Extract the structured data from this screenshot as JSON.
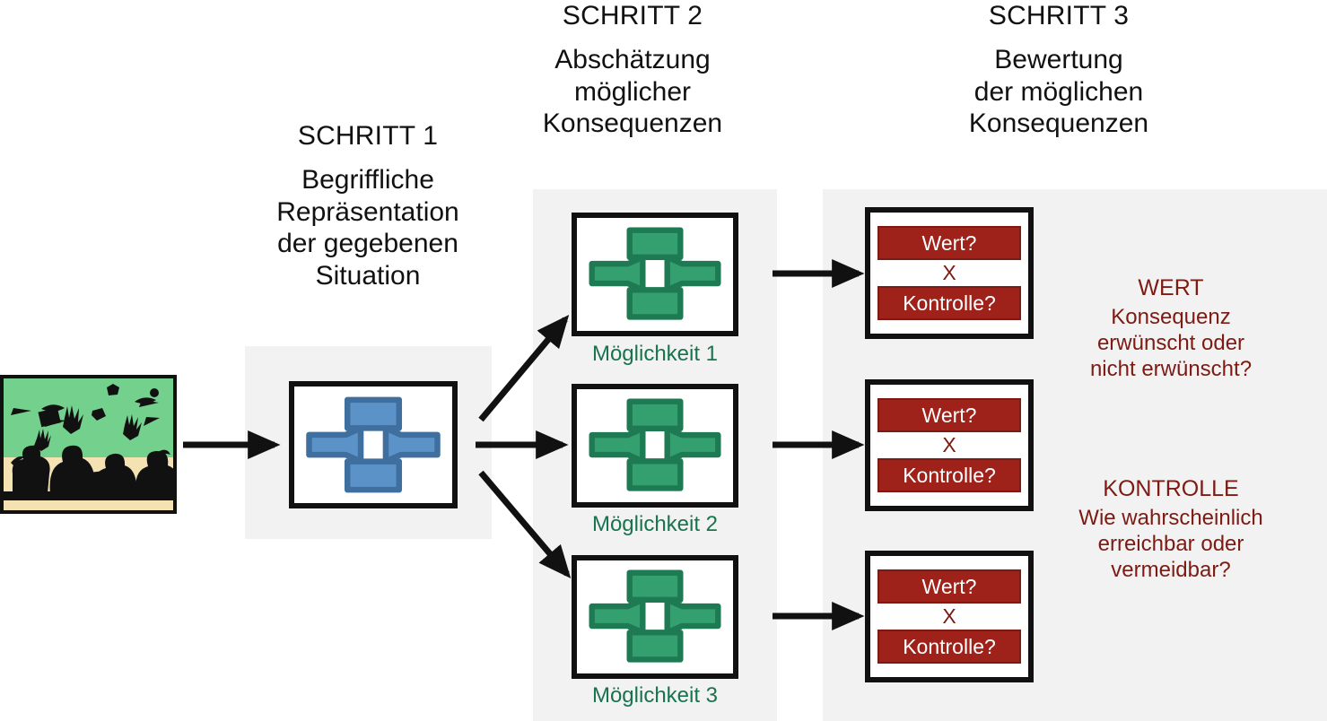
{
  "columns": [
    {
      "step": "SCHRITT 1",
      "subtitle": "Begriffliche\nRepräsentation\nder gegebenen\nSituation"
    },
    {
      "step": "SCHRITT 2",
      "subtitle": "Abschätzung\nmöglicher\nKonsequenzen"
    },
    {
      "step": "SCHRITT 3",
      "subtitle": "Bewertung\nder möglichen\nKonsequenzen"
    }
  ],
  "step1": {
    "photo_alt": "classroom-silhouette",
    "icon": "blue-concept-icon"
  },
  "step2": {
    "options": [
      {
        "label": "Möglichkeit 1",
        "icon": "green-concept-icon"
      },
      {
        "label": "Möglichkeit 2",
        "icon": "green-concept-icon"
      },
      {
        "label": "Möglichkeit 3",
        "icon": "green-concept-icon"
      }
    ]
  },
  "step3": {
    "evaluations": [
      {
        "top": "Wert?",
        "operator": "X",
        "bottom": "Kontrolle?"
      },
      {
        "top": "Wert?",
        "operator": "X",
        "bottom": "Kontrolle?"
      },
      {
        "top": "Wert?",
        "operator": "X",
        "bottom": "Kontrolle?"
      }
    ],
    "notes": [
      {
        "caption": "WERT",
        "body": "Konsequenz\nerwünscht oder\nnicht erwünscht?"
      },
      {
        "caption": "KONTROLLE",
        "body": "Wie wahrscheinlich\nerreichbar oder\nvermeidbar?"
      }
    ]
  },
  "colors": {
    "panel_gray": "#f2f2f2",
    "blue_fill": "#5b93c8",
    "blue_stroke": "#3f6f9e",
    "green_fill": "#35a06f",
    "green_stroke": "#1e7a52",
    "green_text": "#19734c",
    "red_fill": "#9e211a",
    "red_stroke": "#7c1a13",
    "red_text": "#7c1a13",
    "outline": "#111111",
    "board_green": "#74d18d",
    "desk_tan": "#f5e2b2"
  }
}
